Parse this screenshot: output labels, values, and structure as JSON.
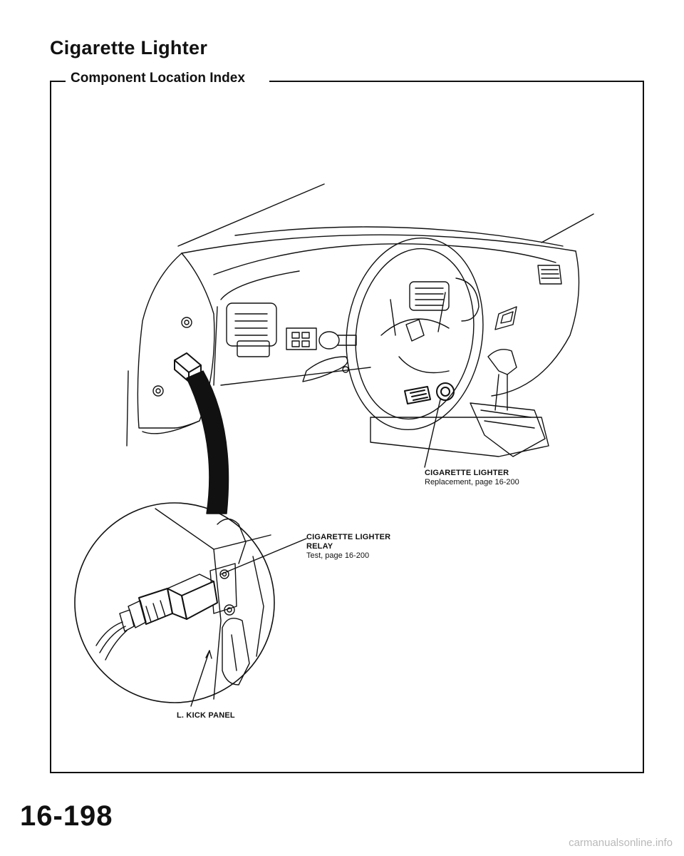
{
  "page": {
    "title": "Cigarette Lighter",
    "section_title": "Component Location Index",
    "page_number": "16-198",
    "watermark": "carmanualsonline.info"
  },
  "callouts": {
    "lighter": {
      "name": "CIGARETTE LIGHTER",
      "ref": "Replacement, page 16-200"
    },
    "relay": {
      "name_line1": "CIGARETTE LIGHTER",
      "name_line2": "RELAY",
      "ref": "Test, page 16-200"
    },
    "kick_panel": {
      "name": "L. KICK PANEL"
    }
  },
  "colors": {
    "ink": "#111111",
    "watermark": "#b9b9b9",
    "paper": "#ffffff"
  }
}
